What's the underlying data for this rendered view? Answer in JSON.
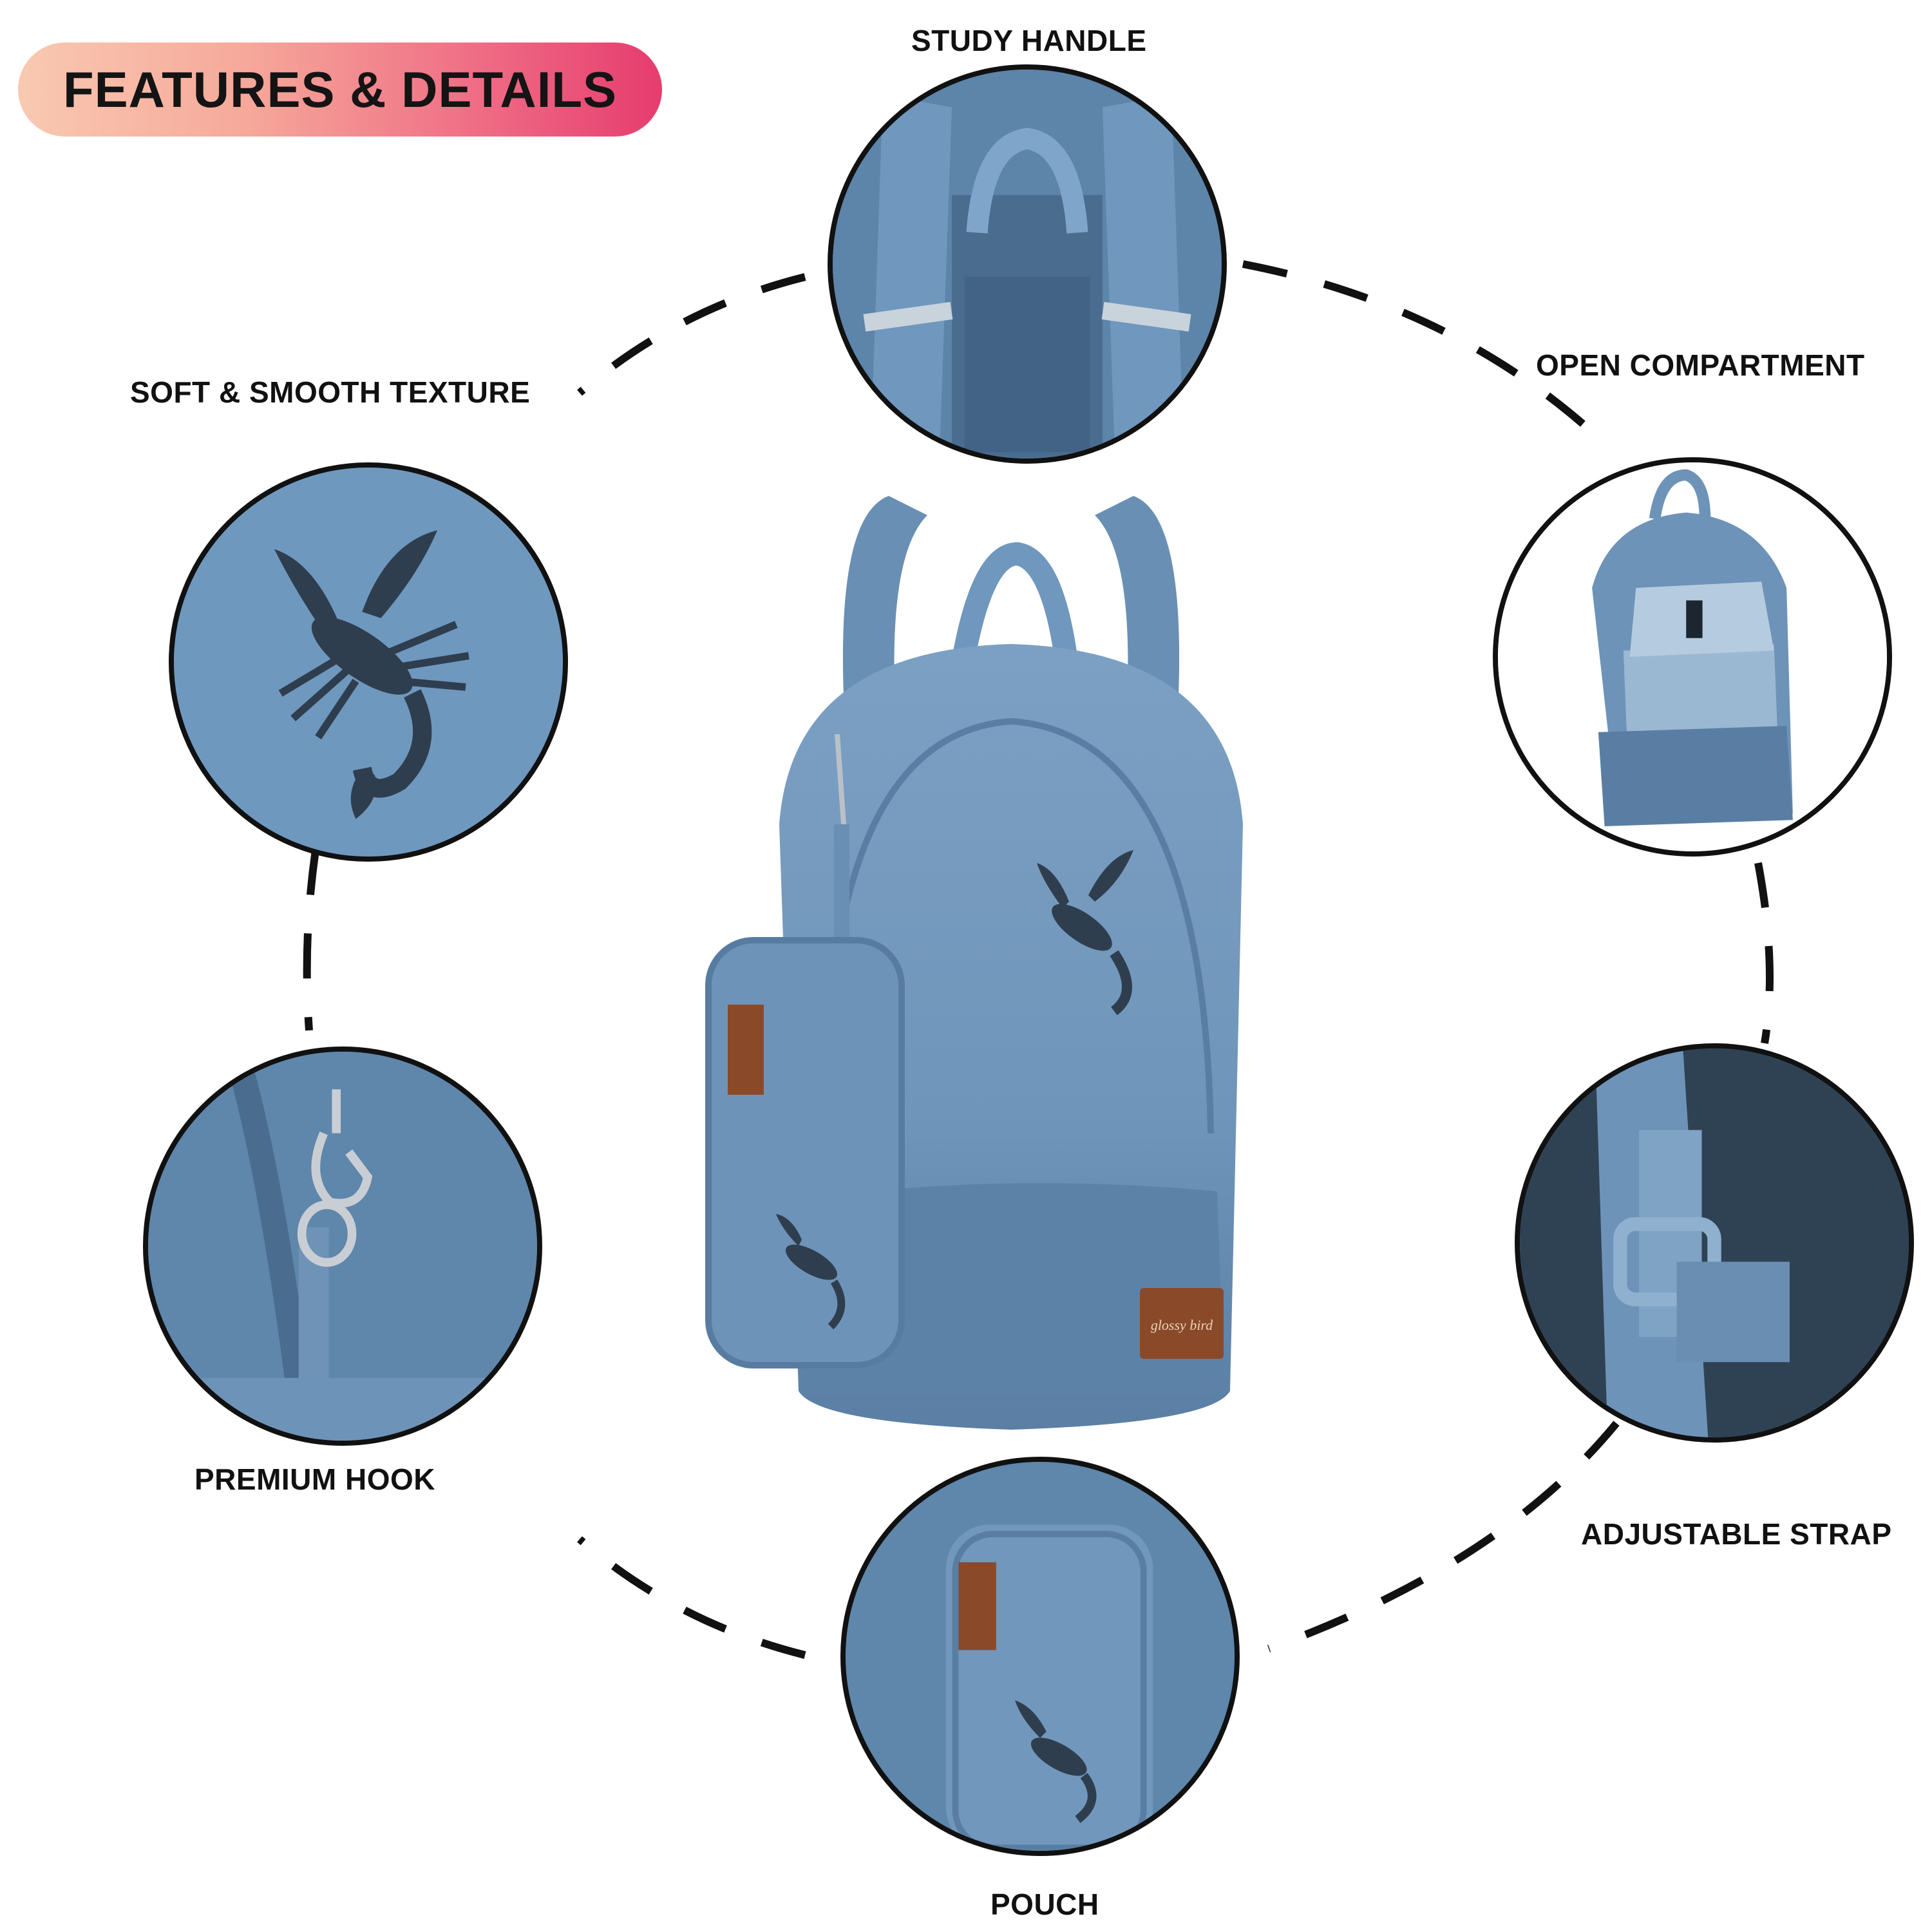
{
  "header": {
    "title": "FEATURES & DETAILS"
  },
  "features": {
    "study_handle": "STUDY HANDLE",
    "soft_texture": "SOFT & SMOOTH TEXTURE",
    "open_compartment": "OPEN COMPARTMENT",
    "premium_hook": "PREMIUM HOOK",
    "adjustable_strap": "ADJUSTABLE STRAP",
    "pouch": "POUCH"
  },
  "brand": {
    "patch_text": "glossy bird"
  },
  "colors": {
    "badge_start": "#f9c9b2",
    "badge_end": "#e63c6e",
    "bag_blue": "#6e93b8",
    "outline": "#111111",
    "patch_brown": "#8a4a2a"
  }
}
